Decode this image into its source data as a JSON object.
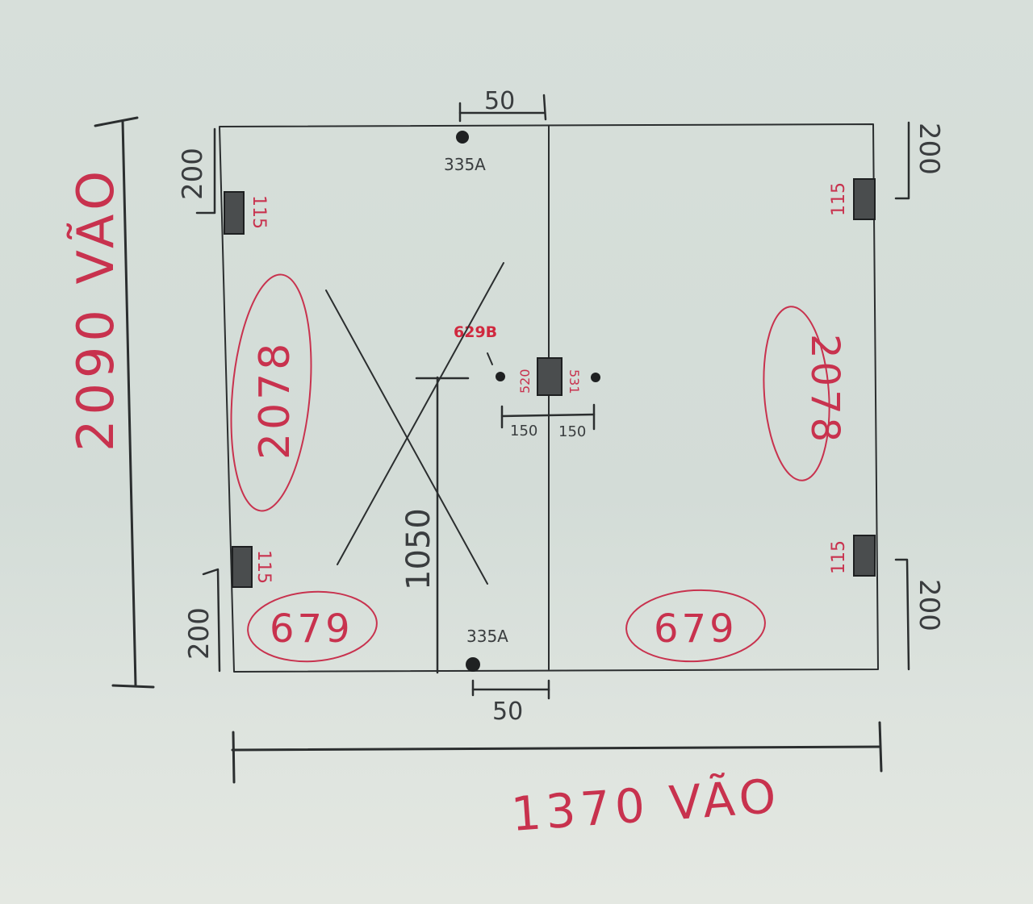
{
  "overall": {
    "height_label": "2090 VÃO",
    "width_label": "1370 VÃO"
  },
  "offsets": {
    "top_gap": "50",
    "bottom_gap": "50",
    "left_top_dist": "200",
    "left_bottom_dist": "200",
    "right_top_dist": "200",
    "right_bottom_dist": "200"
  },
  "hinges": {
    "left_top": "115",
    "left_bottom": "115",
    "right_top": "115",
    "right_bottom": "115"
  },
  "fittings": {
    "top_pivot": "335A",
    "bottom_pivot": "335A",
    "lock_code": "629B",
    "lock_left_code": "520",
    "lock_right_code": "531",
    "lock_left_offset": "150",
    "lock_right_offset": "150"
  },
  "panels": {
    "left_height": "2078",
    "left_width": "679",
    "right_height": "2078",
    "right_width": "679",
    "handle_height": "1050"
  },
  "colors": {
    "pencil": "#2b2e2f",
    "red_ink": "#c8324e",
    "paper": "#d7dfda"
  }
}
